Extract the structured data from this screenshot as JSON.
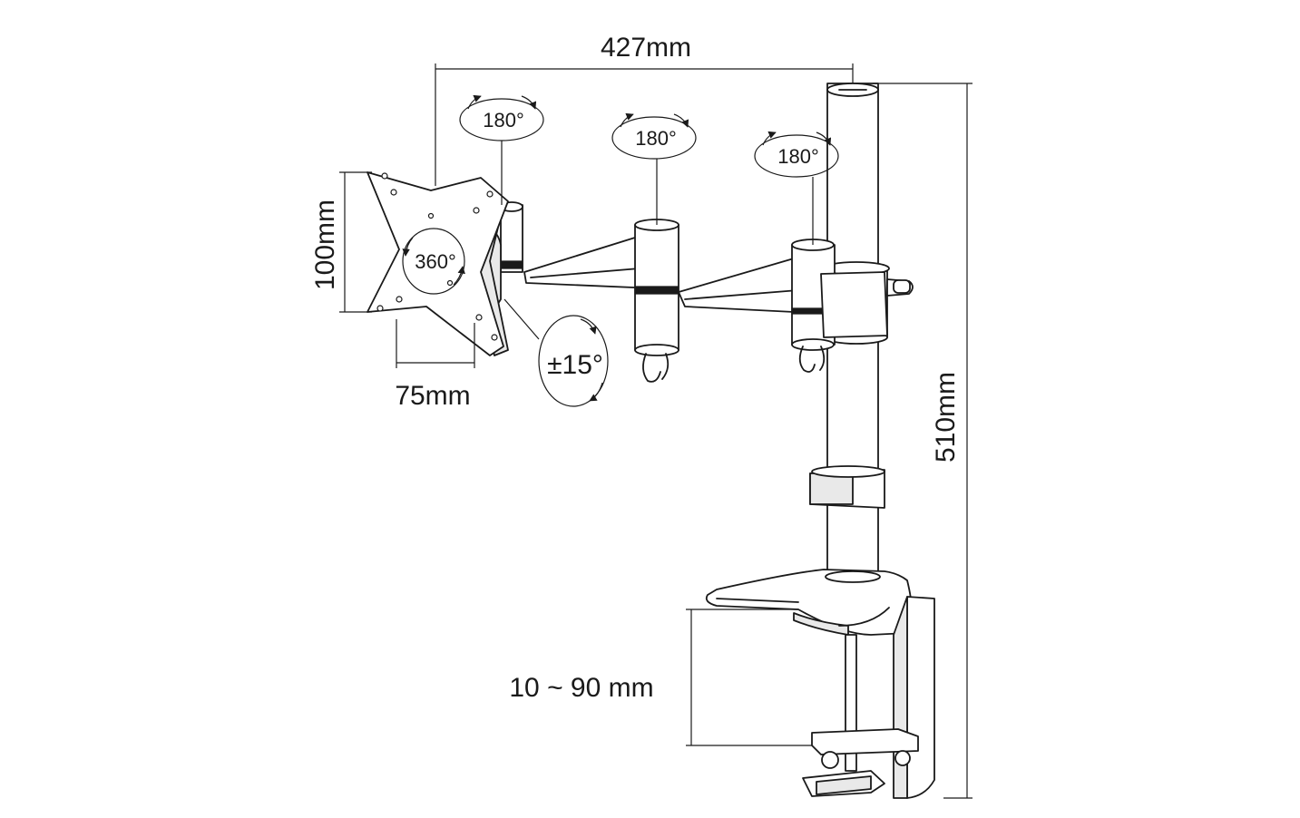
{
  "dimensions": {
    "arm_reach": "427mm",
    "vesa_height": "100mm",
    "vesa_width": "75mm",
    "pole_height": "510mm",
    "clamp_range": "10 ~ 90 mm"
  },
  "rotations": {
    "head_swivel": "180°",
    "middle_joint": "180°",
    "pole_joint": "180°",
    "plate_rotation": "360°",
    "tilt": "±15°"
  }
}
